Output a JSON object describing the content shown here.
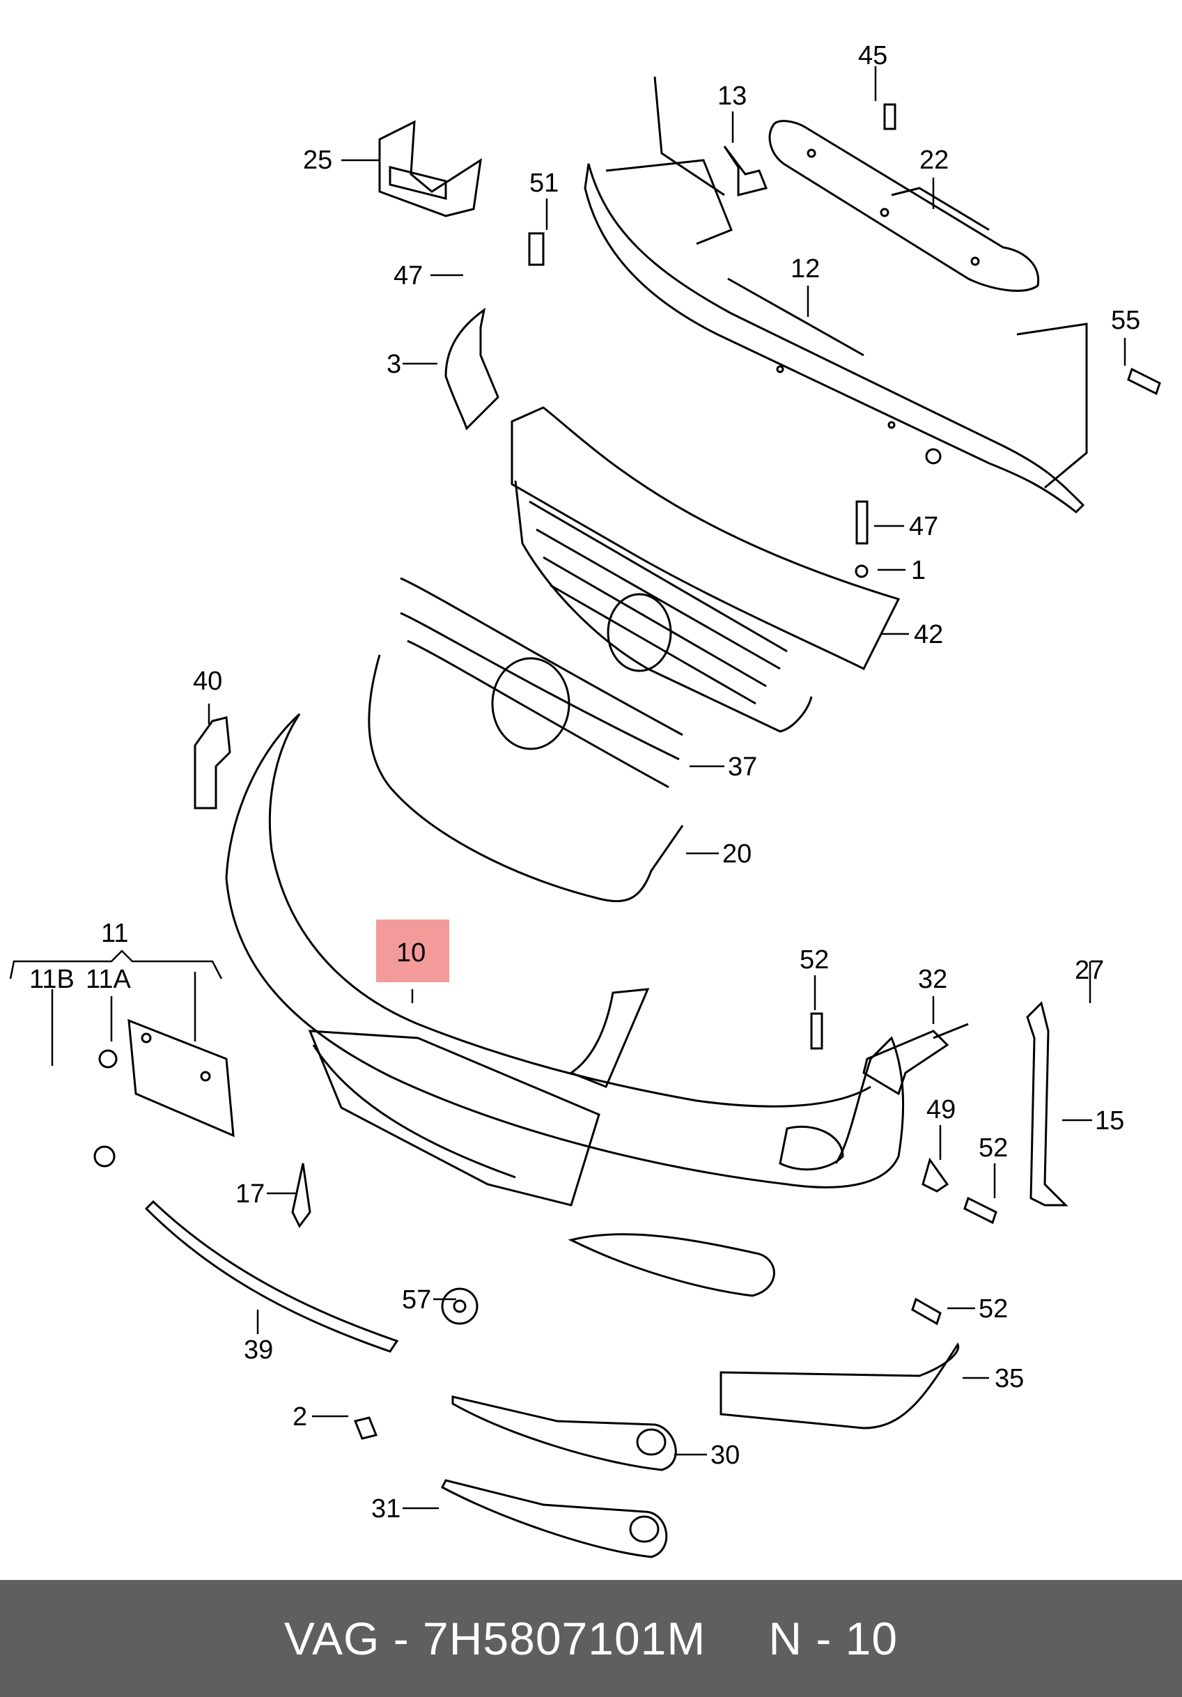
{
  "diagram": {
    "callouts": [
      "45",
      "13",
      "25",
      "51",
      "22",
      "12",
      "47",
      "55",
      "3",
      "47",
      "1",
      "42",
      "40",
      "37",
      "20",
      "11",
      "11B",
      "11A",
      "10",
      "52",
      "32",
      "27",
      "15",
      "49",
      "52",
      "17",
      "57",
      "52",
      "35",
      "39",
      "2",
      "30",
      "31"
    ],
    "highlight_color": "#f39a9a"
  },
  "footer": {
    "brand": "VAG - 7H5807101M",
    "position": "N - 10"
  }
}
